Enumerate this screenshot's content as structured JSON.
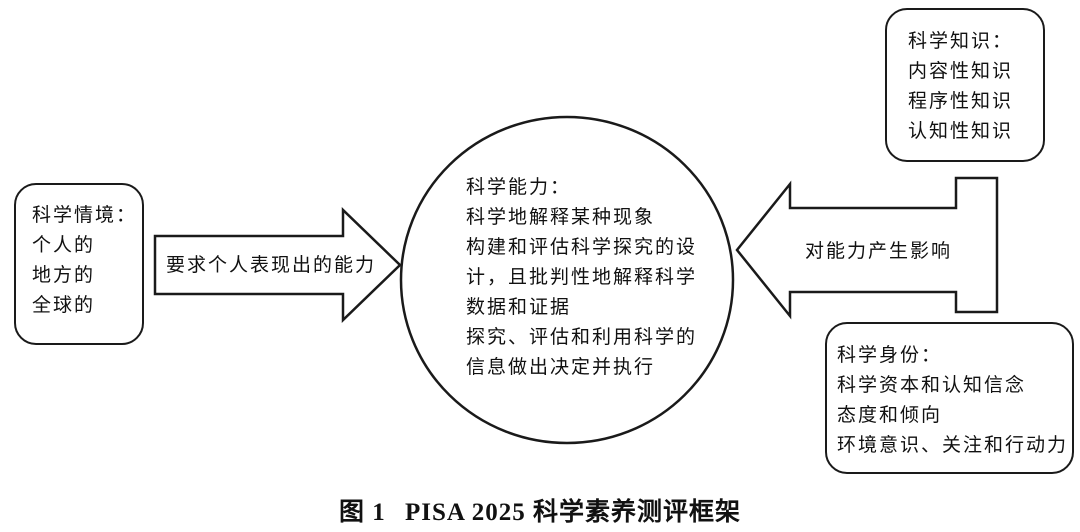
{
  "context_box": {
    "title": "科学情境：",
    "items": [
      "个人的",
      "地方的",
      "全球的"
    ]
  },
  "left_arrow": {
    "label": "要求个人表现出的能力"
  },
  "center_circle": {
    "title": "科学能力：",
    "lines": [
      "科学地解释某种现象",
      "构建和评估科学探究的设",
      "计，且批判性地解释科学",
      "数据和证据",
      "探究、评估和利用科学的",
      "信息做出决定并执行"
    ]
  },
  "knowledge_box": {
    "title": "科学知识：",
    "items": [
      "内容性知识",
      "程序性知识",
      "认知性知识"
    ]
  },
  "right_arrow": {
    "label": "对能力产生影响"
  },
  "identity_box": {
    "title": "科学身份：",
    "items": [
      "科学资本和认知信念",
      "态度和倾向",
      "环境意识、关注和行动力"
    ]
  },
  "caption": {
    "figure_no": "图 1",
    "title": "PISA 2025 科学素养测评框架"
  }
}
